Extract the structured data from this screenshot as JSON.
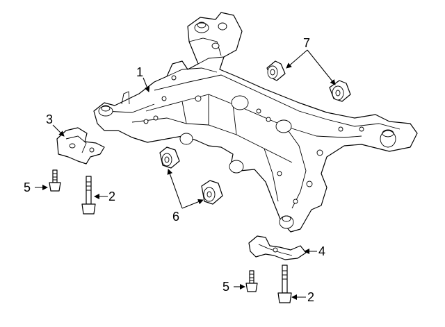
{
  "callouts": {
    "c1": "1",
    "c2a": "2",
    "c2b": "2",
    "c3": "3",
    "c4": "4",
    "c5a": "5",
    "c5b": "5",
    "c6": "6",
    "c7": "7"
  },
  "colors": {
    "line": "#000000",
    "background": "#ffffff"
  }
}
